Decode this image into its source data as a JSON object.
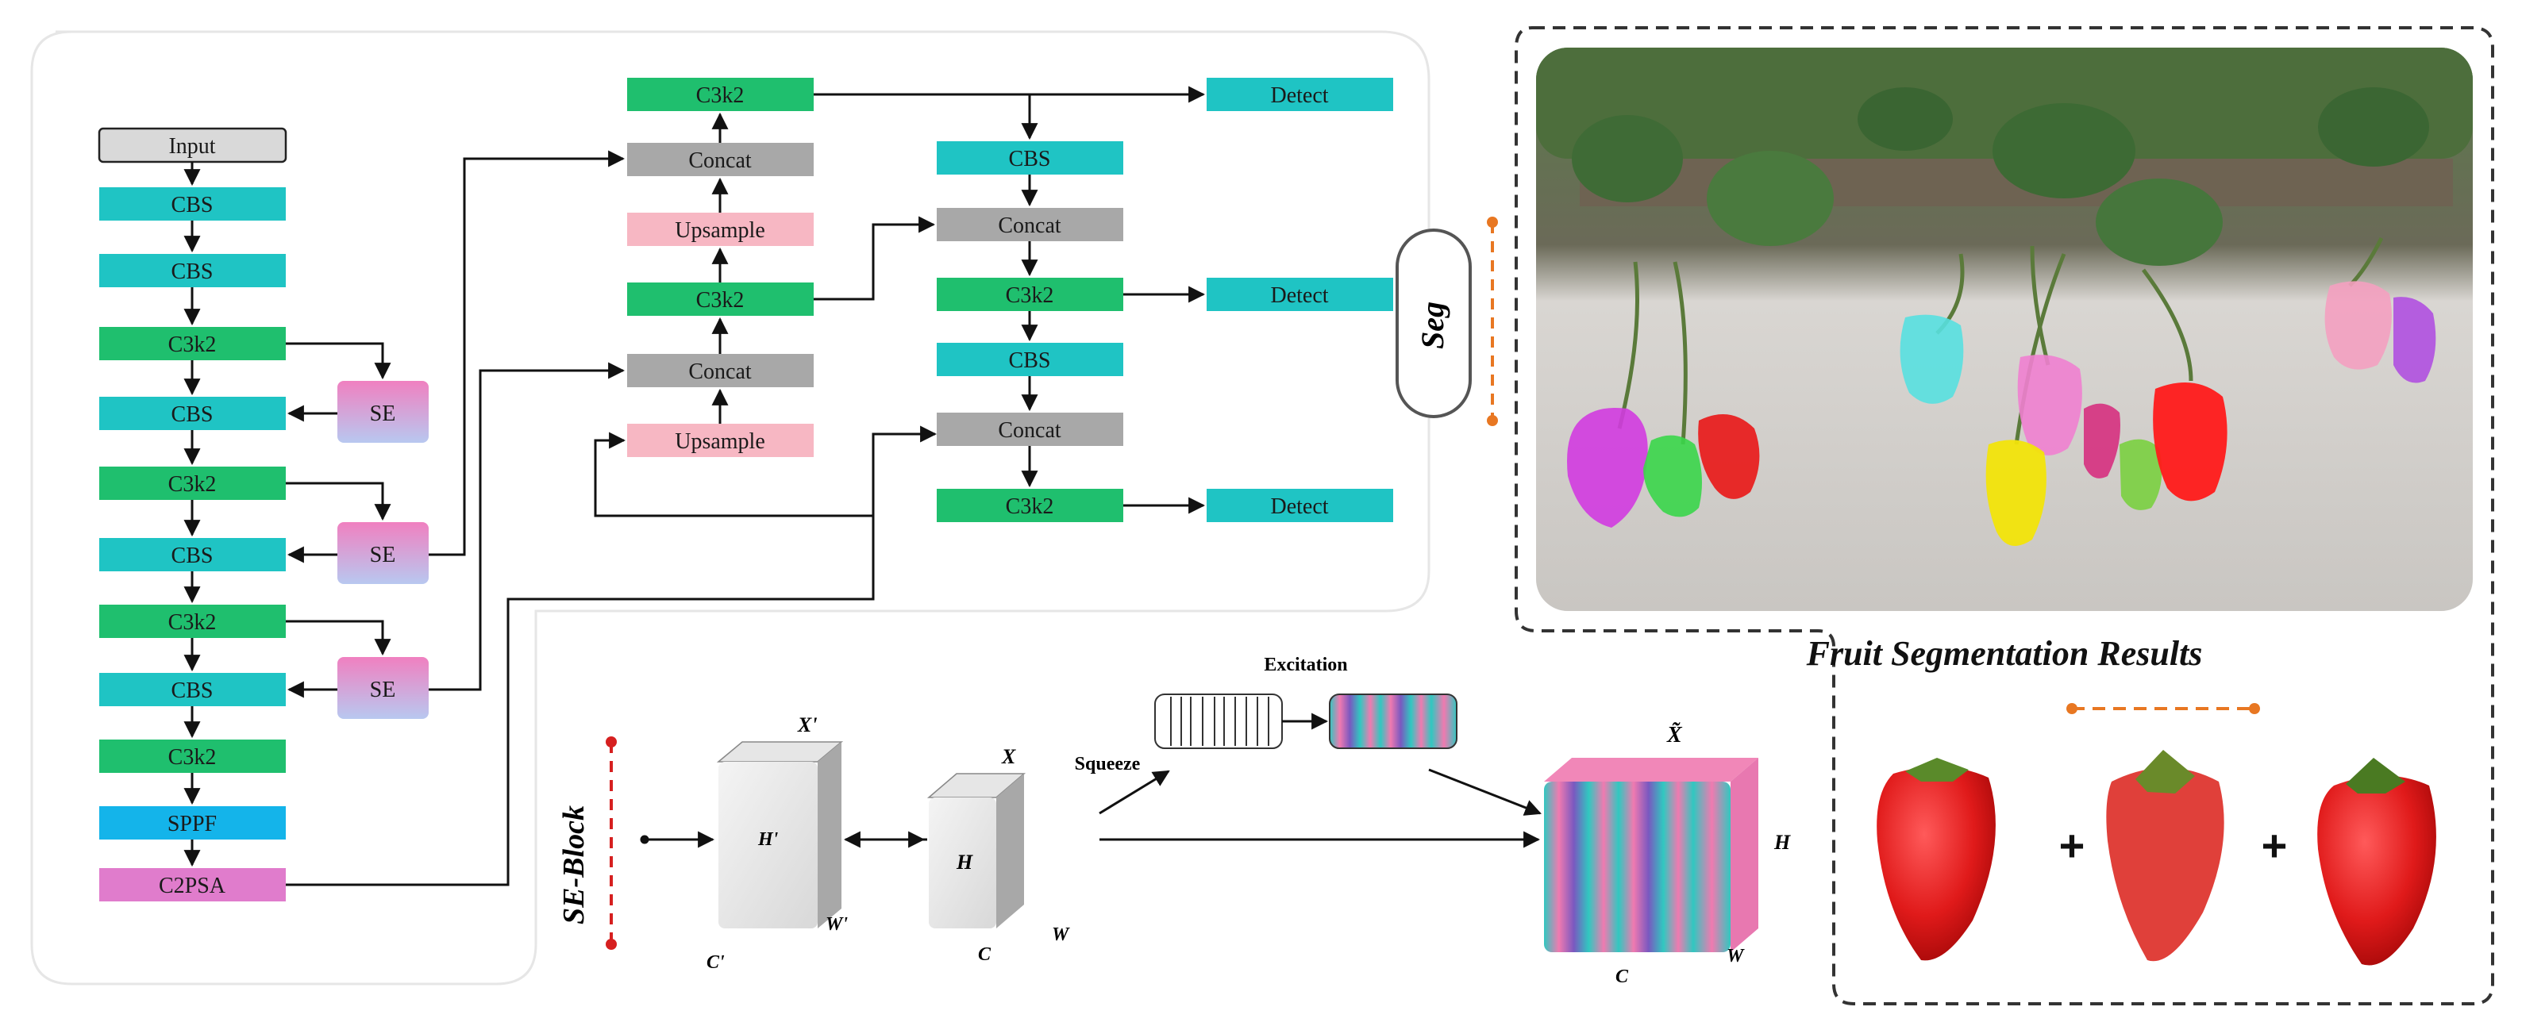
{
  "colors": {
    "cbs": "#1fc4c4",
    "c3k2": "#1fbf6e",
    "se_top": "#f080c0",
    "se_bottom": "#b8c8f0",
    "concat": "#a8a8a8",
    "upsample": "#f7b7c3",
    "detect": "#1fc4c4",
    "sppf": "#14b4ea",
    "c2psa": "#e07ccc",
    "input": "#d9d9d9",
    "accent_dash": "#e87722",
    "seblock_dash": "#d62020"
  },
  "backbone": {
    "input": "Input",
    "cbs1": "CBS",
    "cbs2": "CBS",
    "c3k2_1": "C3k2",
    "cbs3": "CBS",
    "c3k2_2": "C3k2",
    "cbs4": "CBS",
    "c3k2_3": "C3k2",
    "cbs5": "CBS",
    "c3k2_4": "C3k2",
    "sppf": "SPPF",
    "c2psa": "C2PSA",
    "se1": "SE",
    "se2": "SE",
    "se3": "SE"
  },
  "neck": {
    "c3k2_top": "C3k2",
    "concat1": "Concat",
    "upsample1": "Upsample",
    "c3k2_mid": "C3k2",
    "concat2": "Concat",
    "upsample2": "Upsample",
    "cbs_a": "CBS",
    "concat_a": "Concat",
    "c3k2_a": "C3k2",
    "cbs_b": "CBS",
    "concat_b": "Concat",
    "c3k2_b": "C3k2"
  },
  "heads": {
    "detect1": "Detect",
    "detect2": "Detect",
    "detect3": "Detect",
    "seg": "Seg"
  },
  "se_block": {
    "title": "SE-Block",
    "cube1": {
      "top": "X'",
      "face": "H'",
      "side": "W'",
      "depth": "C'"
    },
    "cube2": {
      "top": "X",
      "face": "H",
      "side": "W",
      "depth": "C"
    },
    "squeeze": "Squeeze",
    "excitation": "Excitation",
    "out": {
      "top": "X̃",
      "face": "H",
      "side": "W",
      "depth": "C"
    }
  },
  "results": {
    "title": "Fruit Segmentation Results",
    "plus1": "+",
    "plus2": "+"
  }
}
